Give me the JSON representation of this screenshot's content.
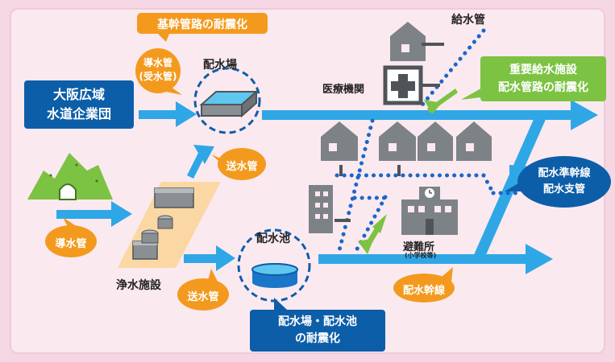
{
  "labels": {
    "seismic_trunk": "基幹管路の耐震化",
    "intake_pipe": "導水管\n(受水管)",
    "osaka": "大阪広域\n水道企業団",
    "haisuijo": "配水場",
    "iryo": "医療機関",
    "kyusuikan": "給水管",
    "juyo": "重要給水施設\n配水管路の耐震化",
    "sosuikan_top": "送水管",
    "dousuikan": "導水管",
    "jousui": "浄水施設",
    "sosuikan_bottom": "送水管",
    "haisuichi": "配水池",
    "hinanjo": "避難所",
    "hinanjo_sub": "(小学校等)",
    "haisui_jun": "配水準幹線\n配水支管",
    "haisui_kan": "配水幹線",
    "haisui_taishin": "配水場・配水池\nの耐震化"
  },
  "colors": {
    "background": "#f4d7e3",
    "panel": "#fbe9f0",
    "pipe_blue": "#2fa7e6",
    "dark_blue": "#0d5ea8",
    "orange": "#f39a1e",
    "green": "#7cc243",
    "gray_building": "#7d8287",
    "dot_blue": "#1a67c9"
  },
  "icons": [
    "mountain-icon",
    "house-icon",
    "hospital-cross-icon",
    "water-tank-icon",
    "reservoir-icon",
    "school-icon",
    "treatment-plant-icon"
  ]
}
